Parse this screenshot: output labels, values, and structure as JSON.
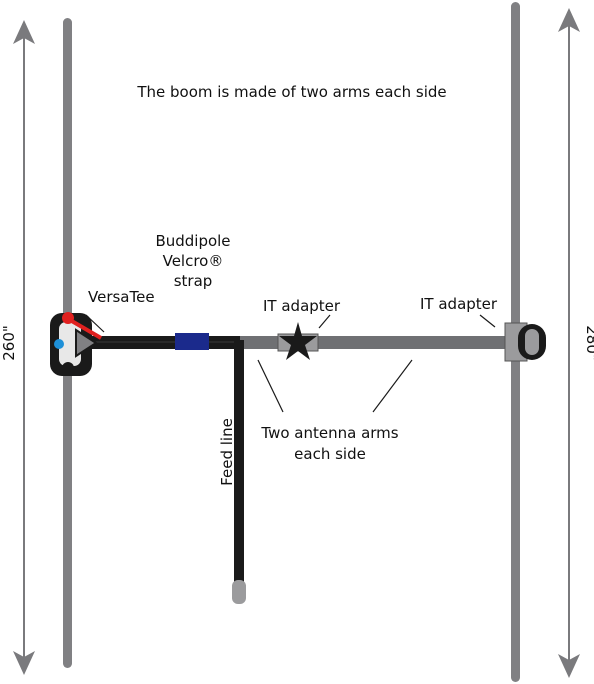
{
  "title": "The boom is made of two arms each side",
  "labels": {
    "buddipole_line1": "Buddipole",
    "buddipole_line2": "Velcro®",
    "buddipole_line3": "strap",
    "versatee": "VersaTee",
    "it_adapter_center": "IT adapter",
    "it_adapter_right": "IT adapter",
    "two_arms_line1": "Two antenna arms",
    "two_arms_line2": "each side",
    "feed_line": "Feed line",
    "dim_left": "260\"",
    "dim_right": "280\""
  },
  "colors": {
    "element_gray": "#808083",
    "boom_black": "#1a1a1a",
    "boom_gray": "#6f7073",
    "strap_blue": "#1b2a8c",
    "versatee_red": "#e0201f",
    "versatee_blue": "#1e90d8",
    "adapter_gray": "#9b9b9d"
  }
}
